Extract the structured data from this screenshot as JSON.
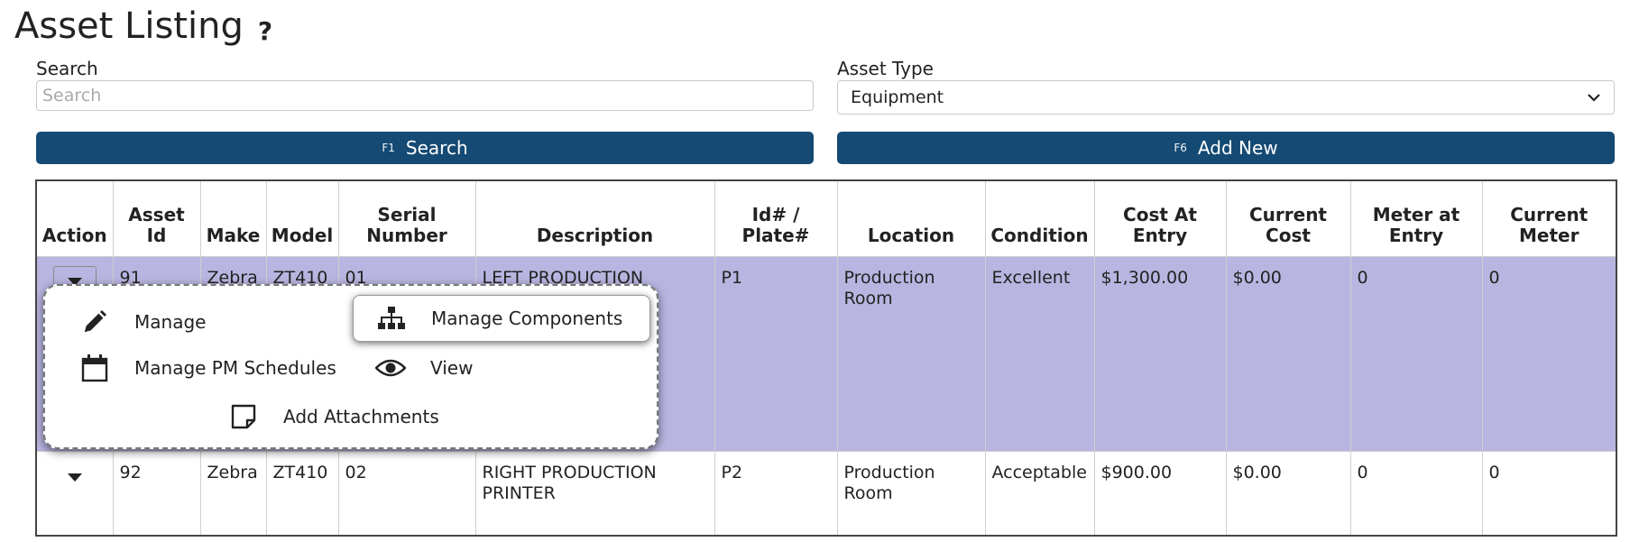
{
  "page": {
    "title": "Asset Listing",
    "help_glyph": "?"
  },
  "filters": {
    "search_label": "Search",
    "search_placeholder": "Search",
    "search_value": "",
    "asset_type_label": "Asset Type",
    "asset_type_selected": "Equipment"
  },
  "buttons": {
    "search": {
      "key": "F1",
      "label": "Search"
    },
    "add_new": {
      "key": "F6",
      "label": "Add New"
    }
  },
  "table": {
    "columns": [
      {
        "id": "action",
        "label": "Action"
      },
      {
        "id": "asset_id",
        "label": "Asset Id"
      },
      {
        "id": "make",
        "label": "Make"
      },
      {
        "id": "model",
        "label": "Model"
      },
      {
        "id": "serial",
        "label": "Serial Number"
      },
      {
        "id": "description",
        "label": "Description"
      },
      {
        "id": "plate",
        "label": "Id# / Plate#"
      },
      {
        "id": "location",
        "label": "Location"
      },
      {
        "id": "condition",
        "label": "Condition"
      },
      {
        "id": "cost_entry",
        "label": "Cost At Entry"
      },
      {
        "id": "cost_current",
        "label": "Current Cost"
      },
      {
        "id": "meter_entry",
        "label": "Meter at Entry"
      },
      {
        "id": "meter_current",
        "label": "Current Meter"
      }
    ],
    "rows": [
      {
        "asset_id": "91",
        "make": "Zebra",
        "model": "ZT410",
        "serial": "01",
        "description": "LEFT PRODUCTION PRINTER",
        "plate": "P1",
        "location": "Production Room",
        "condition": "Excellent",
        "cost_entry": "$1,300.00",
        "cost_current": "$0.00",
        "meter_entry": "0",
        "meter_current": "0"
      },
      {
        "asset_id": "92",
        "make": "Zebra",
        "model": "ZT410",
        "serial": "02",
        "description": "RIGHT PRODUCTION PRINTER",
        "plate": "P2",
        "location": "Production Room",
        "condition": "Acceptable",
        "cost_entry": "$900.00",
        "cost_current": "$0.00",
        "meter_entry": "0",
        "meter_current": "0"
      }
    ]
  },
  "action_menu": {
    "manage": {
      "label": "Manage",
      "icon": "pencil-icon"
    },
    "manage_components": {
      "label": "Manage Components",
      "icon": "sitemap-icon"
    },
    "manage_pm": {
      "label": "Manage PM Schedules",
      "icon": "calendar-icon"
    },
    "view": {
      "label": "View",
      "icon": "eye-icon"
    },
    "add_attachments": {
      "label": "Add Attachments",
      "icon": "note-icon"
    }
  },
  "colors": {
    "primary_button": "#144a74",
    "selected_row": "#b8b6e0"
  }
}
